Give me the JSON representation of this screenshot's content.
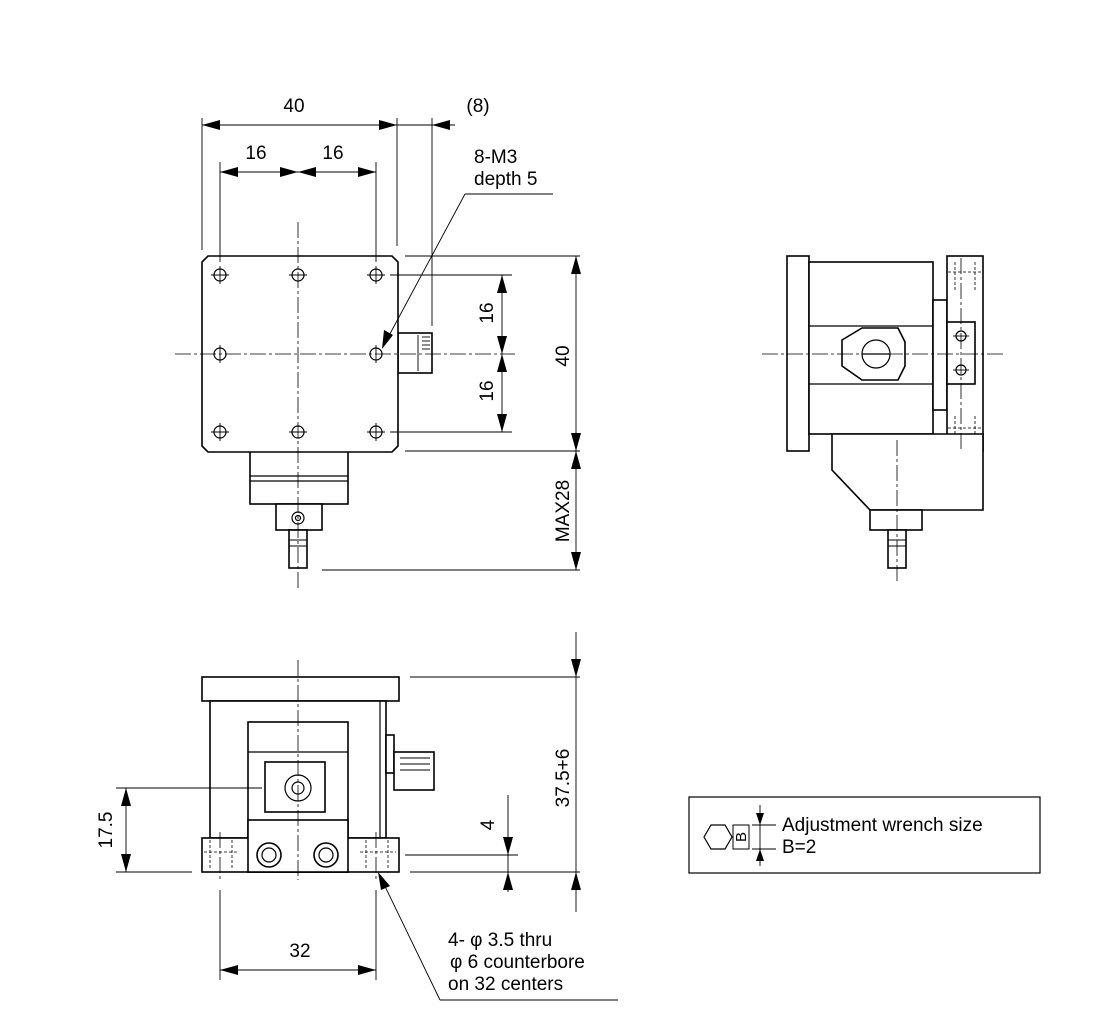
{
  "top_view": {
    "dim_width": "40",
    "dim_knob_offset": "(8)",
    "dim_pitch_left": "16",
    "dim_pitch_right": "16",
    "thread_note_line1": "8-M3",
    "thread_note_line2": "depth 5",
    "dim_pitch_upper": "16",
    "dim_pitch_lower": "16",
    "dim_height": "40",
    "dim_max_knob": "MAX28"
  },
  "front_view": {
    "dim_total_height": "37.5+6",
    "dim_axis_height": "17.5",
    "dim_base": "4",
    "dim_hole_pitch": "32",
    "hole_note_line1": "4- φ 3.5 thru",
    "hole_note_line2": "φ 6 counterbore",
    "hole_note_line3": "on 32 centers"
  },
  "wrench_box": {
    "symbol": "B",
    "label_line1": "Adjustment  wrench size",
    "label_line2": "B=2"
  }
}
